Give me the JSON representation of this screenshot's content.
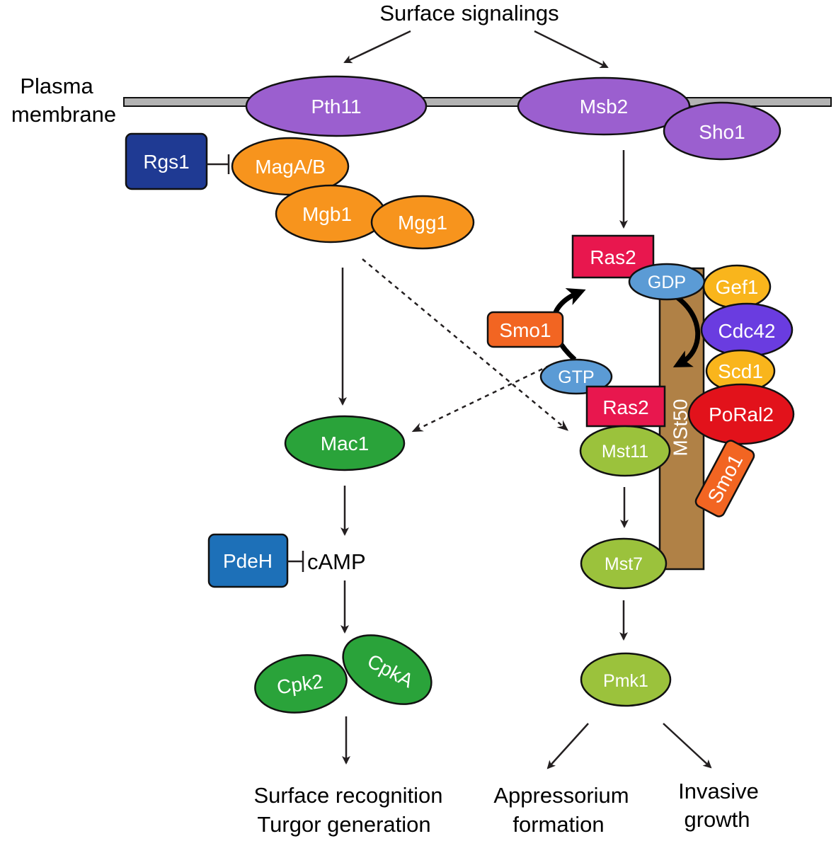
{
  "labels": {
    "surface_signalings": "Surface signalings",
    "plasma": "Plasma",
    "membrane": "membrane",
    "outcome_left_1": "Surface recognition",
    "outcome_left_2": "Turgor generation",
    "outcome_mid_1": "Appressorium",
    "outcome_mid_2": "formation",
    "outcome_right_1": "Invasive",
    "outcome_right_2": "growth"
  },
  "nodes": {
    "pth11": "Pth11",
    "msb2": "Msb2",
    "sho1": "Sho1",
    "rgs1": "Rgs1",
    "maga_b": "MagA/B",
    "mgb1": "Mgb1",
    "mgg1": "Mgg1",
    "ras2_top": "Ras2",
    "gdp": "GDP",
    "gef1": "Gef1",
    "cdc42": "Cdc42",
    "smo1_left": "Smo1",
    "gtp": "GTP",
    "scd1": "Scd1",
    "ras2_bottom": "Ras2",
    "poral2": "PoRal2",
    "mst50": "MSt50",
    "mst11": "Mst11",
    "smo1_right": "Smo1",
    "mac1": "Mac1",
    "pdeh": "PdeH",
    "camp": "cAMP",
    "mst7": "Mst7",
    "cpk2": "Cpk2",
    "cpka": "CpkA",
    "pmk1": "Pmk1"
  },
  "colors": {
    "membrane": "#b3b3b3",
    "receptor_purple": "#9b5fcf",
    "g_protein_orange": "#f7941d",
    "rgs1_navy": "#1f3a93",
    "ras_red": "#e8174e",
    "gdp_gtp_blue": "#5b9bd5",
    "gef_yellow": "#f9b51c",
    "cdc42_violet": "#6a3ce0",
    "smo1_orange": "#f26522",
    "poral2_red": "#e2121b",
    "mst50_brown": "#b08146",
    "mapk_lime": "#9bc23c",
    "camp_green": "#2aa33a",
    "pdeh_blue": "#1d70b8"
  }
}
